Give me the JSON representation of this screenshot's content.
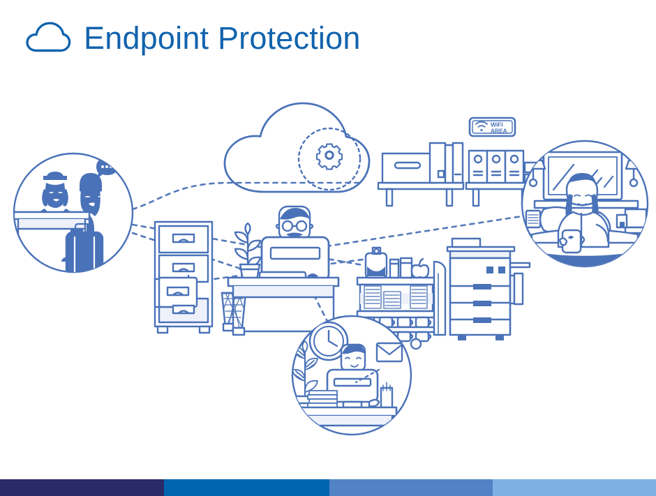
{
  "header": {
    "title": "Endpoint Protection",
    "logo_icon": "cloud-icon",
    "title_color": "#1263ad"
  },
  "illustration": {
    "alt": "Endpoint protection illustration: office scene with cloud, workers and remote locations connected by dotted network links",
    "line_color": "#4a72b8",
    "fill_color": "#4a72b8",
    "tint_color": "#e6ebf7",
    "nodes": [
      {
        "id": "cloud-node",
        "name": "cloud-service",
        "label": "cloud-with-gear",
        "icon": "gear-icon",
        "description": "Cloud outline containing a dashed circle with a gear"
      },
      {
        "id": "reception-node",
        "name": "hotel-reception-scene",
        "label": "reception-desk-traveler",
        "description": "Circular scene: receptionist behind desk and traveler on phone with rolling suitcase"
      },
      {
        "id": "hotel-room-node",
        "name": "hotel-room-scene",
        "label": "woman-in-bed-with-mug",
        "description": "Circular scene: woman sitting in hotel bed holding a mug, framed mirror and bedside lamps"
      },
      {
        "id": "home-office-node",
        "name": "home-office-scene",
        "label": "remote-worker-desk",
        "icon": "envelope-icon",
        "description": "Circular scene: remote worker at desk with monitor, wall clock, plant, books and email envelope"
      },
      {
        "id": "office-worker-node",
        "name": "office-worker-desk",
        "label": "desktop-workstation",
        "description": "Central office worker with glasses and mustache at a desktop computer"
      }
    ],
    "props": [
      {
        "name": "filing-cabinet",
        "label": "four-drawer-filing-cabinet"
      },
      {
        "name": "waste-bin",
        "label": "mesh-waste-basket"
      },
      {
        "name": "storage-shelf",
        "label": "shelf-with-boxes-and-binders"
      },
      {
        "name": "binder-shelf",
        "label": "shelf-with-ring-binders"
      },
      {
        "name": "coffee-station",
        "label": "coffee-maker-cups-and-apple"
      },
      {
        "name": "copier",
        "label": "multifunction-printer-copier"
      },
      {
        "name": "desk-plant",
        "label": "potted-plant"
      }
    ],
    "wifi_sign": {
      "name": "wifi-area-sign",
      "line1": "WiFI",
      "line2": "AREA",
      "icon": "wifi-icon"
    }
  },
  "bottom_bars": {
    "name": "color-band",
    "colors": [
      "#2a2a68",
      "#0065b1",
      "#5482c6",
      "#7fb0e3"
    ]
  }
}
